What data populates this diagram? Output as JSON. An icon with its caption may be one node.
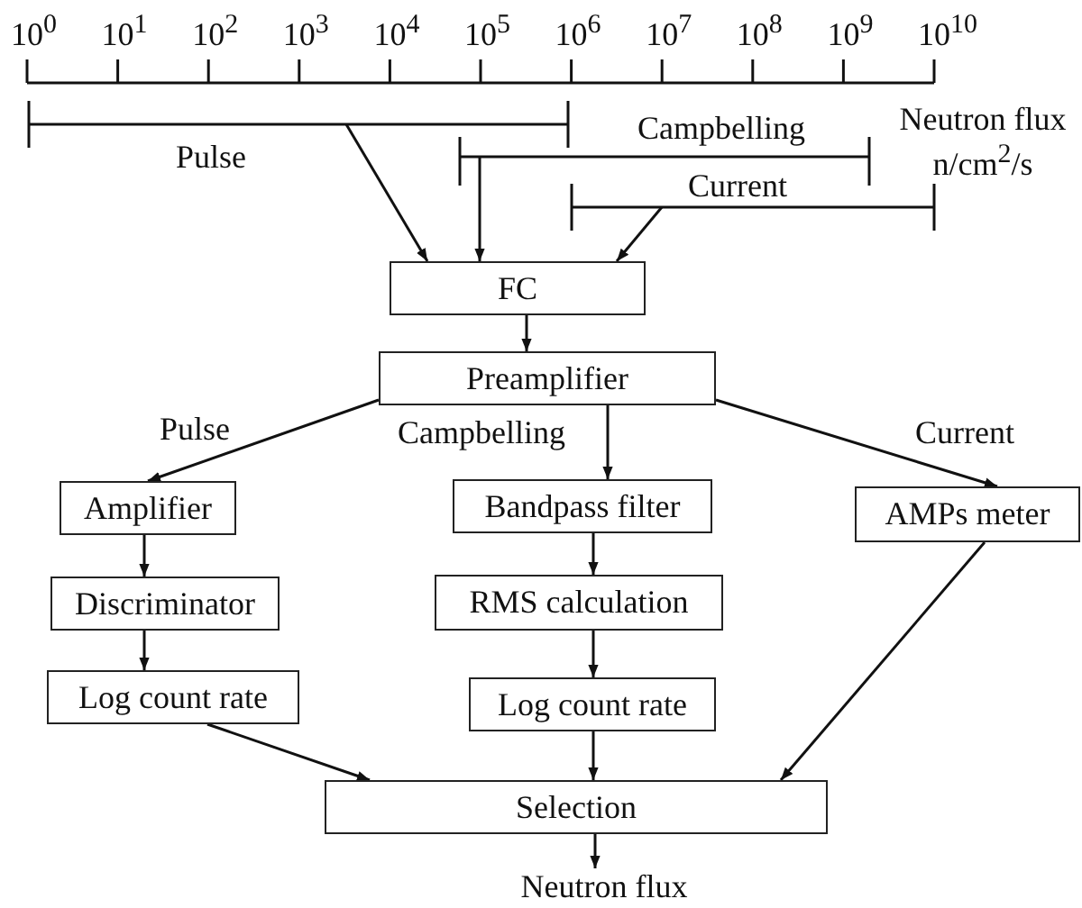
{
  "diagram": {
    "nodes": [
      {
        "text": [
          "Pulse"
        ]
      },
      {
        "text": [
          "Campbelling"
        ]
      },
      {
        "text": [
          "Current"
        ]
      },
      {
        "text": [
          "FC"
        ]
      },
      {
        "text": [
          "Preamplifier"
        ]
      },
      {
        "text": [
          "Amplifier"
        ]
      },
      {
        "text": [
          "Discriminator"
        ]
      },
      {
        "text": [
          "Log count rate"
        ]
      },
      {
        "text": [
          "Bandpass filter"
        ]
      },
      {
        "text": [
          "RMS calculation"
        ]
      },
      {
        "text": [
          "Log count rate"
        ]
      },
      {
        "text": [
          "AMPs meter"
        ]
      },
      {
        "text": [
          "Selection"
        ]
      },
      {
        "text": [
          "Neutron flux"
        ]
      }
    ],
    "edges": [
      {
        "from": 0,
        "to": 3,
        "arrow": "to"
      },
      {
        "from": 1,
        "to": 3,
        "arrow": "to"
      },
      {
        "from": 2,
        "to": 3,
        "arrow": "to"
      },
      {
        "from": 3,
        "to": 4,
        "arrow": "to"
      },
      {
        "from": 4,
        "to": 5,
        "arrow": "to",
        "label": "Pulse"
      },
      {
        "from": 4,
        "to": 8,
        "arrow": "to",
        "label": "Campbelling"
      },
      {
        "from": 4,
        "to": 11,
        "arrow": "to",
        "label": "Current"
      },
      {
        "from": 5,
        "to": 6,
        "arrow": "to"
      },
      {
        "from": 6,
        "to": 7,
        "arrow": "to"
      },
      {
        "from": 8,
        "to": 9,
        "arrow": "to"
      },
      {
        "from": 9,
        "to": 10,
        "arrow": "to"
      },
      {
        "from": 7,
        "to": 12,
        "arrow": "to"
      },
      {
        "from": 10,
        "to": 12,
        "arrow": "to"
      },
      {
        "from": 11,
        "to": 12,
        "arrow": "to"
      },
      {
        "from": 12,
        "to": 13,
        "arrow": "to"
      }
    ],
    "labels": [
      "10$^{0}$",
      "10$^{1}$",
      "10$^{2}$",
      "10$^{3}$",
      "10$^{4}$",
      "10$^{5}$",
      "10$^{6}$",
      "10$^{7}$",
      "10$^{8}$",
      "10$^{9}$",
      "10$^{10}$",
      "Neutron flux n/cm$^{2}$/s"
    ]
  }
}
